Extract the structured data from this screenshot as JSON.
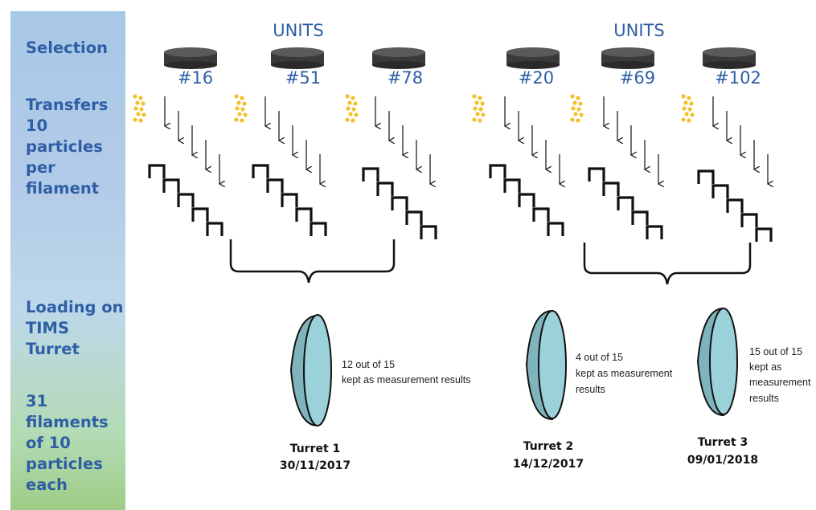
{
  "sidebar": {
    "selection": "Selection",
    "transfers": "Transfers\n10\nparticles\nper\nfilament",
    "loading": "Loading on\nTIMS\nTurret",
    "filaments": "31\nfilaments\nof 10\nparticles\neach"
  },
  "groups": [
    {
      "units_label": "UNITS",
      "units": [
        "#16",
        "#51",
        "#78"
      ],
      "turret": {
        "title": "Turret 1",
        "date": "30/11/2017",
        "note": [
          "12 out of 15",
          "kept as measurement results"
        ]
      }
    },
    {
      "units_label": "UNITS",
      "units": [
        "#20",
        "#69"
      ],
      "turret": {
        "title": "Turret 2",
        "date": "14/12/2017",
        "note": [
          "4 out of 15",
          "kept as measurement",
          "results"
        ]
      }
    },
    {
      "units": [
        "#102"
      ],
      "turret": {
        "title": "Turret 3",
        "date": "09/01/2018",
        "note": [
          "15 out of 15",
          "kept as",
          "measurement",
          "results"
        ]
      }
    }
  ],
  "colors": {
    "label_blue": "#2e5ea6",
    "particle": "#f2c12e",
    "disc": "#3c3c3c",
    "turret_fill": "#8fc6cf"
  }
}
